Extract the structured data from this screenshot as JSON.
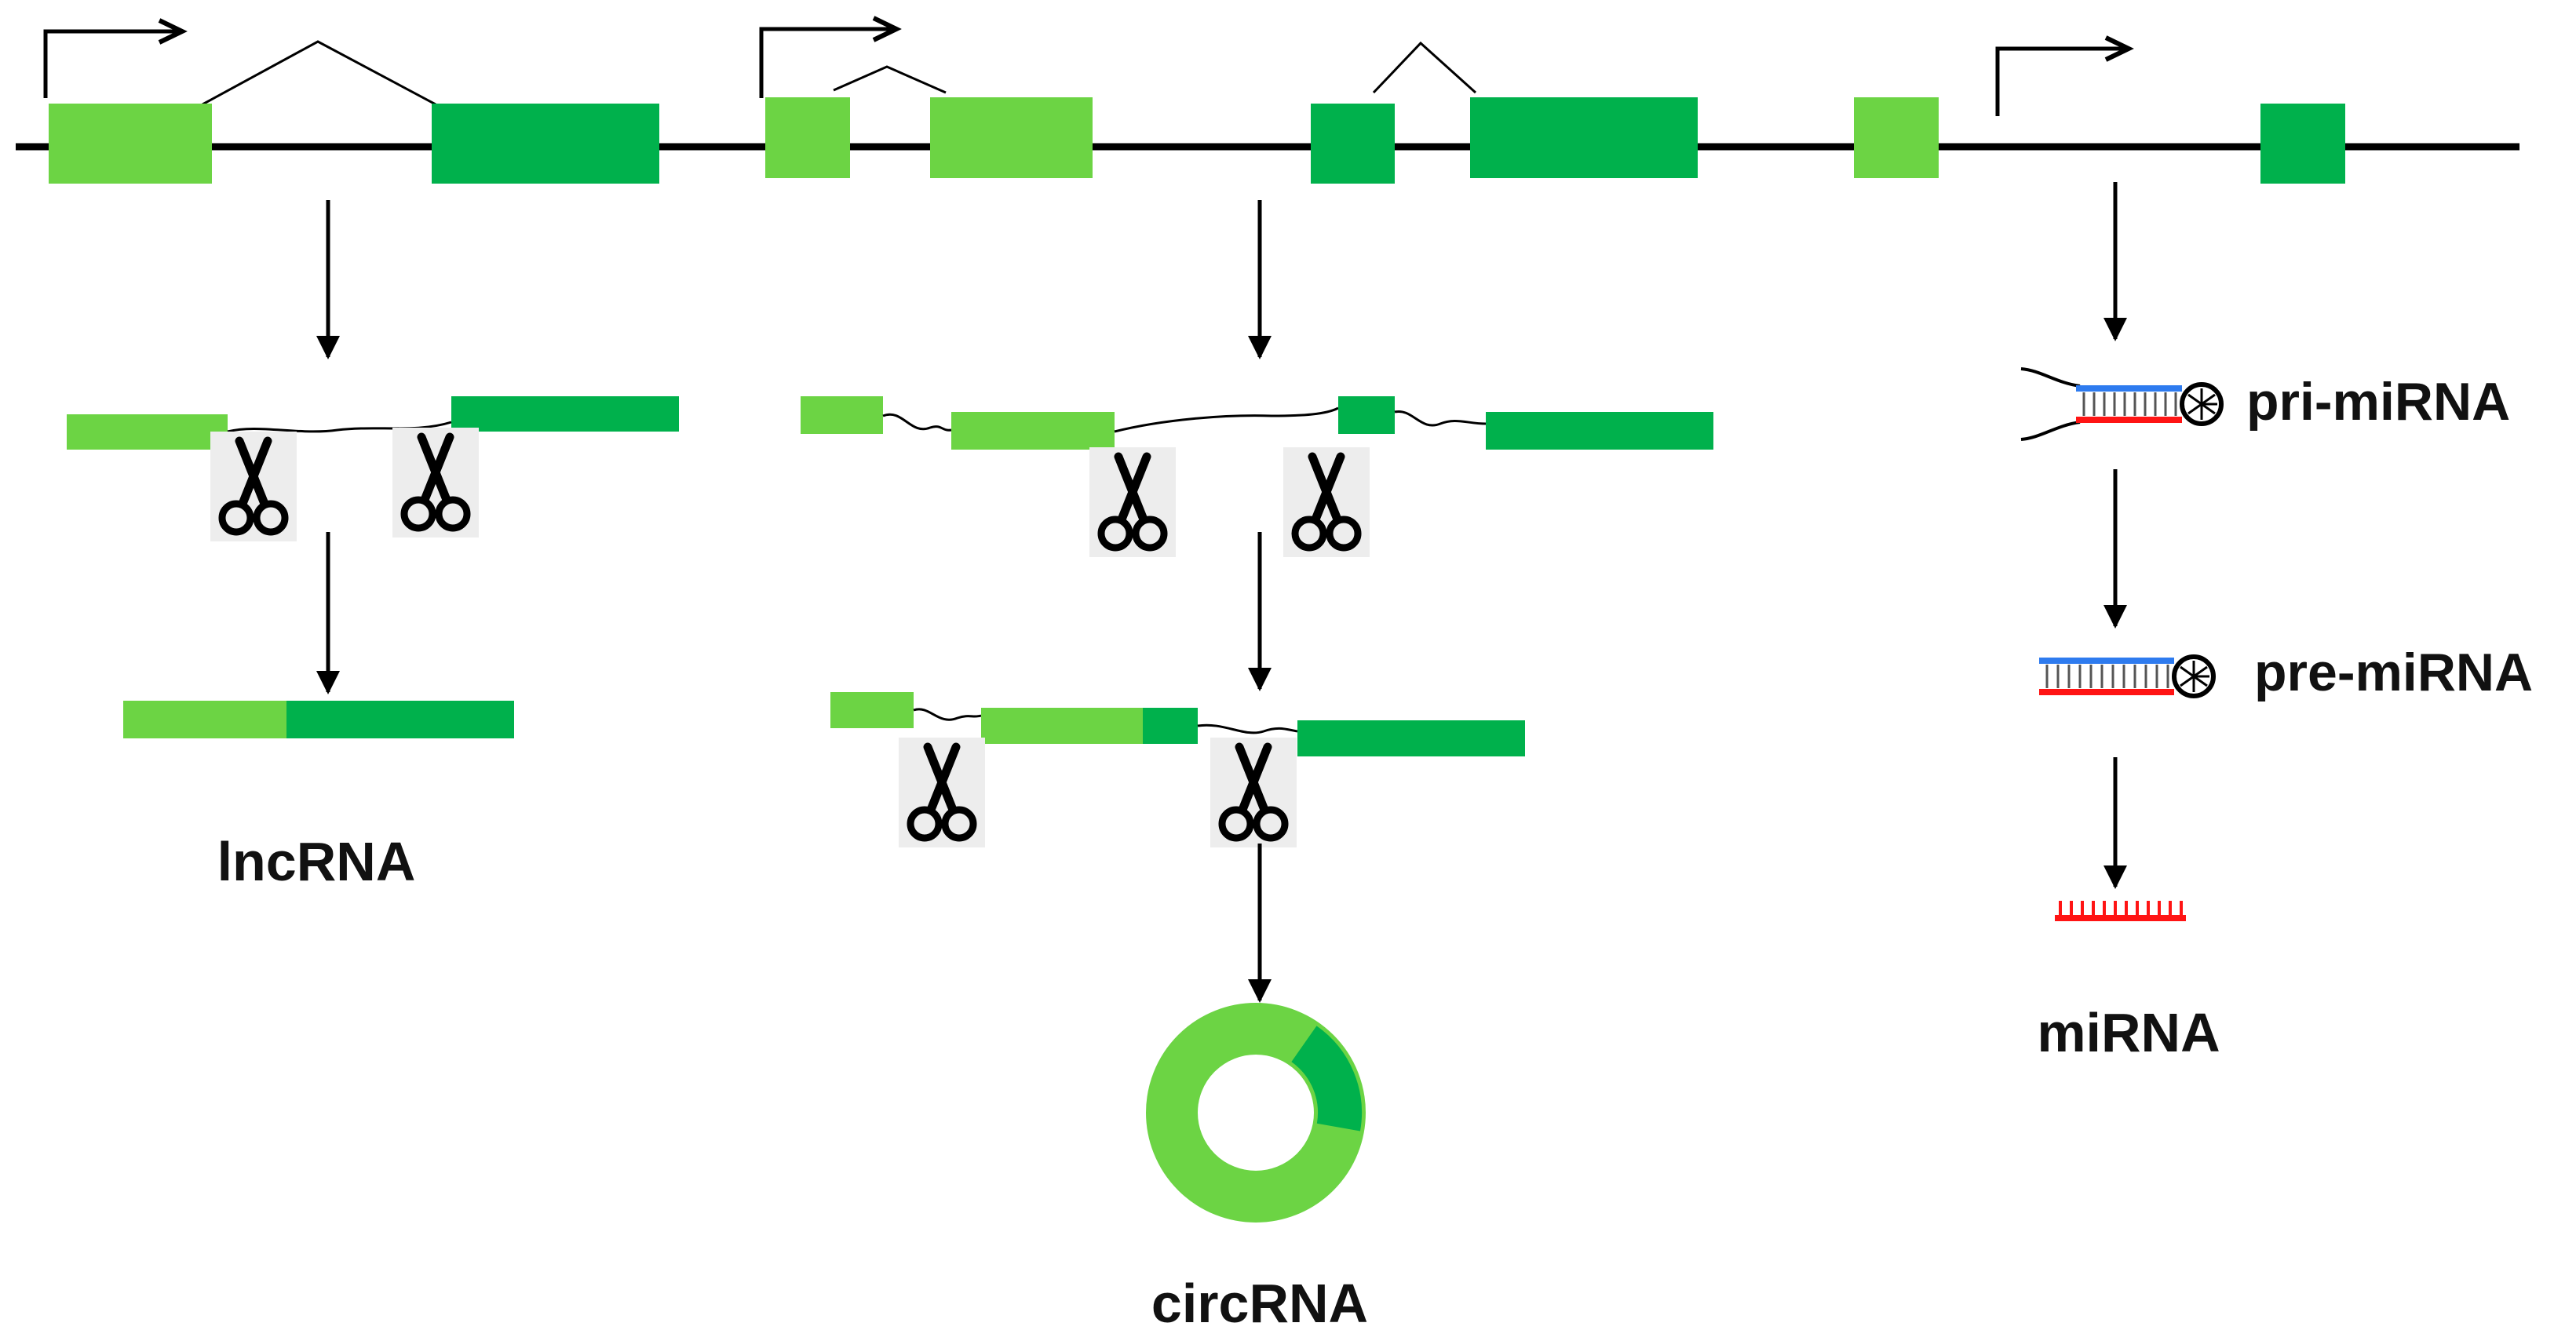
{
  "colors": {
    "light_green": "#6CD444",
    "dark_green": "#00B14C",
    "line": "#000000",
    "mirna_blue": "#2E7BEF",
    "mirna_red": "#FF1414",
    "scissors_bg": "#EDEDED"
  },
  "labels": {
    "lncrna": "lncRNA",
    "circrna": "circRNA",
    "mirna": "miRNA",
    "pri_mirna": "pri-miRNA",
    "pre_mirna": "pre-miRNA"
  },
  "icons": [
    "promoter-arrow-icon",
    "scissors-icon",
    "circular-rna-icon",
    "hairpin-icon"
  ]
}
